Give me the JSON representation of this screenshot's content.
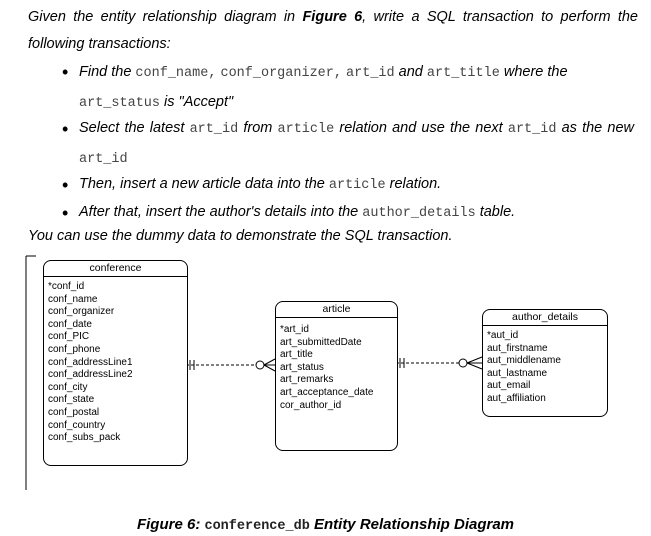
{
  "question": {
    "intro_pre": "Given the entity relationship diagram in ",
    "intro_fig": "Figure 6",
    "intro_post": ", write a SQL transaction to perform the following transactions:",
    "bullet_glyph": "•",
    "b1": {
      "t1": "Find the ",
      "c1": "conf_name,",
      "c2": "conf_organizer,",
      "c3": "art_id",
      "t2": " and ",
      "c4": "art_title",
      "t3": " where the ",
      "c5": "art_status",
      "t4": " is \"Accept\""
    },
    "b2": {
      "t1": "Select the latest ",
      "c1": "art_id",
      "t2": " from ",
      "c2": "article",
      "t3": " relation and use the next ",
      "c3": "art_id",
      "t4": " as the new ",
      "c4": "art_id"
    },
    "b3": {
      "t1": "Then, insert a new article data into the ",
      "c1": "article",
      "t2": " relation."
    },
    "b4": {
      "t1": "After that, insert the author's details into the ",
      "c1": "author_details",
      "t2": " table."
    },
    "dummy": "You can use the dummy data to demonstrate the SQL transaction."
  },
  "entities": {
    "conference": {
      "name": "conference",
      "attributes": [
        "*conf_id",
        "conf_name",
        "conf_organizer",
        "conf_date",
        "conf_PIC",
        "conf_phone",
        "conf_addressLine1",
        "conf_addressLine2",
        "conf_city",
        "conf_state",
        "conf_postal",
        "conf_country",
        "conf_subs_pack"
      ]
    },
    "article": {
      "name": "article",
      "attributes": [
        "*art_id",
        "art_submittedDate",
        "art_title",
        "art_status",
        "art_remarks",
        "art_acceptance_date",
        "cor_author_id"
      ]
    },
    "author_details": {
      "name": "author_details",
      "attributes": [
        "*aut_id",
        "aut_firstname",
        "aut_middlename",
        "aut_lastname",
        "aut_email",
        "aut_affiliation"
      ]
    }
  },
  "caption": {
    "label": "Figure 6:",
    "code": "conference_db",
    "text": "Entity Relationship Diagram"
  }
}
